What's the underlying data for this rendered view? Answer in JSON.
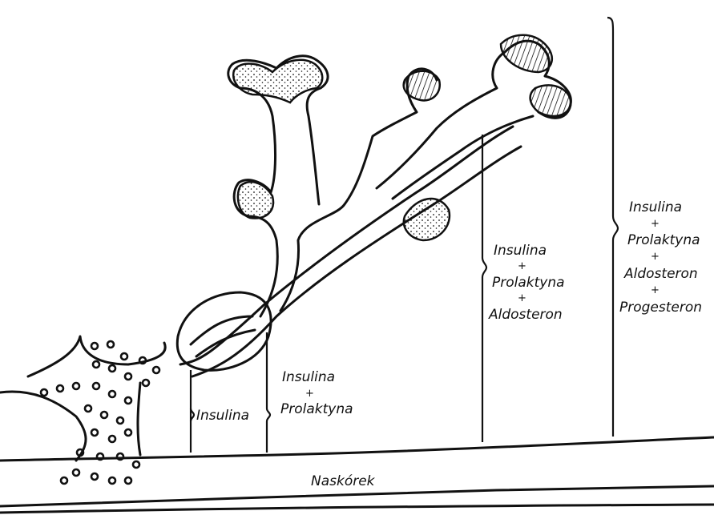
{
  "labels": {
    "stage1": {
      "hormone_1": "Insulina"
    },
    "stage2": {
      "hormone_1": "Insulina",
      "plus_1": "+",
      "hormone_2": "Prolaktyna"
    },
    "stage3": {
      "hormone_1": "Insulina",
      "plus_1": "+",
      "hormone_2": "Prolaktyna",
      "plus_2": "+",
      "hormone_3": "Aldosteron"
    },
    "stage4": {
      "hormone_1": "Insulina",
      "plus_1": "+",
      "hormone_2": "Prolaktyna",
      "plus_2": "+",
      "hormone_3": "Aldosteron",
      "plus_3": "+",
      "hormone_4": "Progesteron"
    },
    "nipple": "Naskórek"
  },
  "colors": {
    "ink": "#111111",
    "paper": "#ffffff"
  },
  "icons": {
    "fat_cells": "circle-outline",
    "secretion": "dot-stipple",
    "hatching": "line-hatch"
  }
}
